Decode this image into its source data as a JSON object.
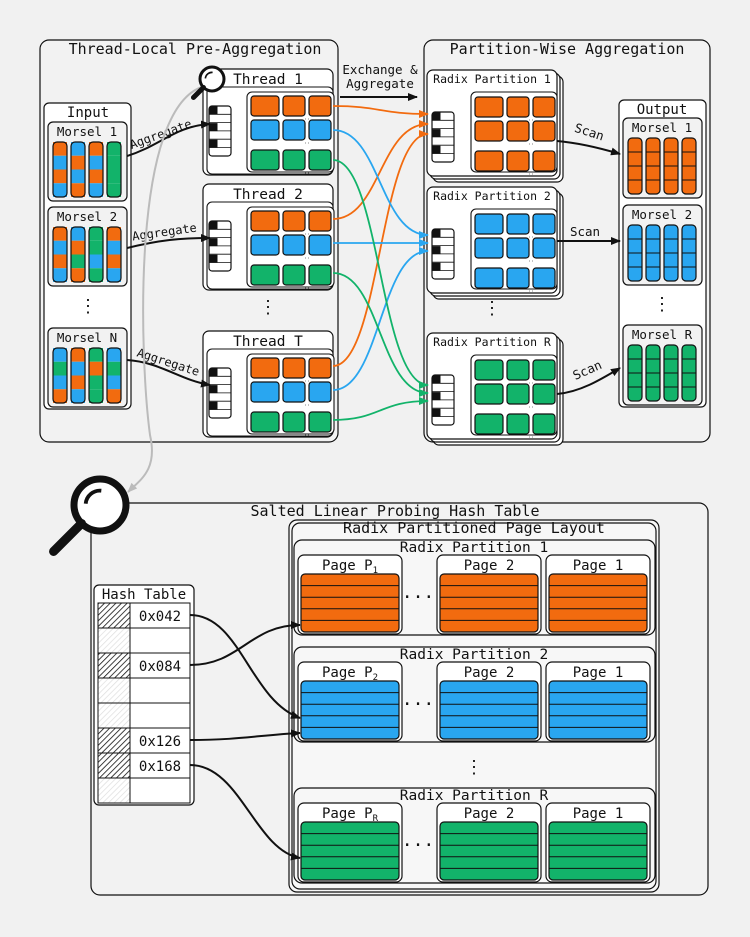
{
  "colors": {
    "orange": "#f26b0f",
    "blue": "#29a6f0",
    "green": "#12b36a",
    "panel": "#f2f2f2",
    "page_bg": "#f1f1f1",
    "line": "#111111",
    "gray_arrow": "#bbbbbb"
  },
  "thread_local": {
    "title": "Thread-Local Pre-Aggregation",
    "input_title": "Input",
    "morsels": [
      "Morsel 1",
      "Morsel 2",
      "Morsel N"
    ],
    "threads": [
      "Thread 1",
      "Thread 2",
      "Thread T"
    ],
    "aggregate_label": "Aggregate",
    "ellipsis": "⋮"
  },
  "exchange_label_line1": "Exchange &",
  "exchange_label_line2": "Aggregate",
  "partition_wise": {
    "title": "Partition-Wise Aggregation",
    "partitions": [
      "Radix Partition 1",
      "Radix Partition 2",
      "Radix Partition R"
    ],
    "scan_label": "Scan",
    "output_title": "Output",
    "output_morsels": [
      "Morsel 1",
      "Morsel 2",
      "Morsel R"
    ]
  },
  "hash_table_section": {
    "title": "Salted Linear Probing Hash Table",
    "hash_table_title": "Hash Table",
    "entries": [
      "0x042",
      "0x084",
      "0x126",
      "0x168"
    ],
    "layout_title": "Radix Partitioned Page Layout",
    "partitions": [
      {
        "title": "Radix Partition 1",
        "first_page_base": "Page P",
        "first_page_sub": "1",
        "middle_page": "Page 2",
        "last_page": "Page 1"
      },
      {
        "title": "Radix Partition 2",
        "first_page_base": "Page P",
        "first_page_sub": "2",
        "middle_page": "Page 2",
        "last_page": "Page 1"
      },
      {
        "title": "Radix Partition R",
        "first_page_base": "Page P",
        "first_page_sub": "R",
        "middle_page": "Page 2",
        "last_page": "Page 1"
      }
    ],
    "page_ellipsis": "···"
  }
}
